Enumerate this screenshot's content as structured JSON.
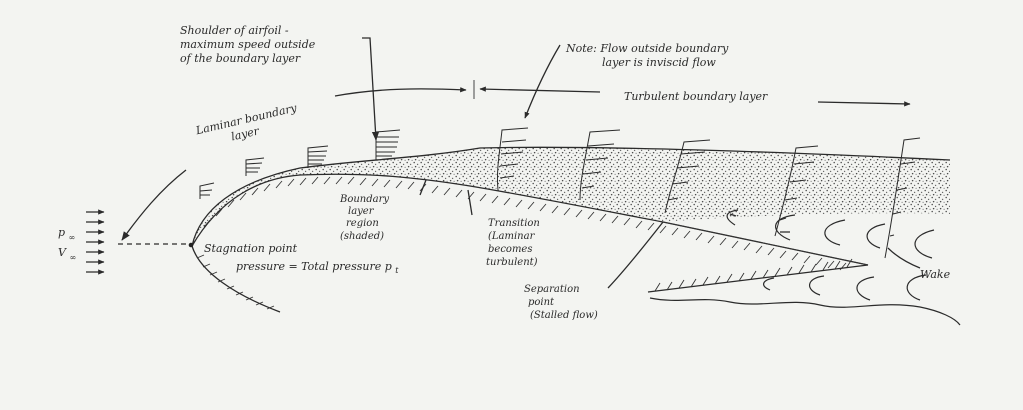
{
  "labels": {
    "shoulder": [
      "Shoulder of airfoil -",
      "maximum speed outside",
      "of the boundary layer"
    ],
    "note": [
      "Note:  Flow outside boundary",
      "layer is inviscid flow"
    ],
    "laminar": [
      "Laminar boundary",
      "layer"
    ],
    "turbulent": "Turbulent boundary layer",
    "boundary_region": [
      "Boundary",
      "layer",
      "region",
      "(shaded)"
    ],
    "transition": [
      "Transition",
      "(Laminar",
      "becomes",
      "turbulent)"
    ],
    "stagnation": [
      "Stagnation point",
      "pressure = Total pressure  p"
    ],
    "stagnation_sub": "t",
    "separation": [
      "Separation",
      "point",
      "(Stalled flow)"
    ],
    "wake": "Wake",
    "p_inf": "p",
    "p_inf_sub": "∞",
    "v_inf": "V",
    "v_inf_sub": "∞"
  }
}
